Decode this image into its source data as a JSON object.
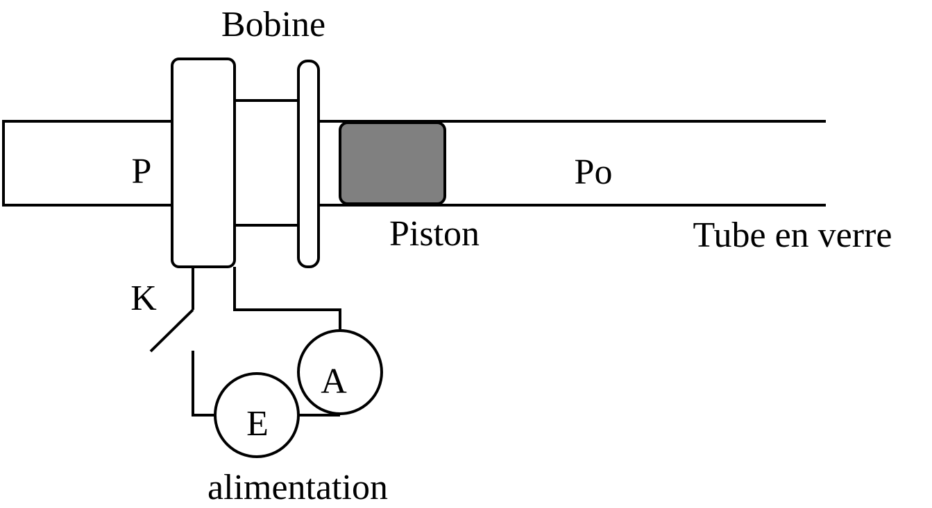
{
  "labels": {
    "coil": "Bobine",
    "left_pressure": "P",
    "right_pressure": "Po",
    "piston": "Piston",
    "tube": "Tube en verre",
    "switch": "K",
    "ammeter": "A",
    "source": "E",
    "power_supply": "alimentation"
  },
  "colors": {
    "line": "#000000",
    "background": "#ffffff",
    "piston_fill": "#808080"
  }
}
